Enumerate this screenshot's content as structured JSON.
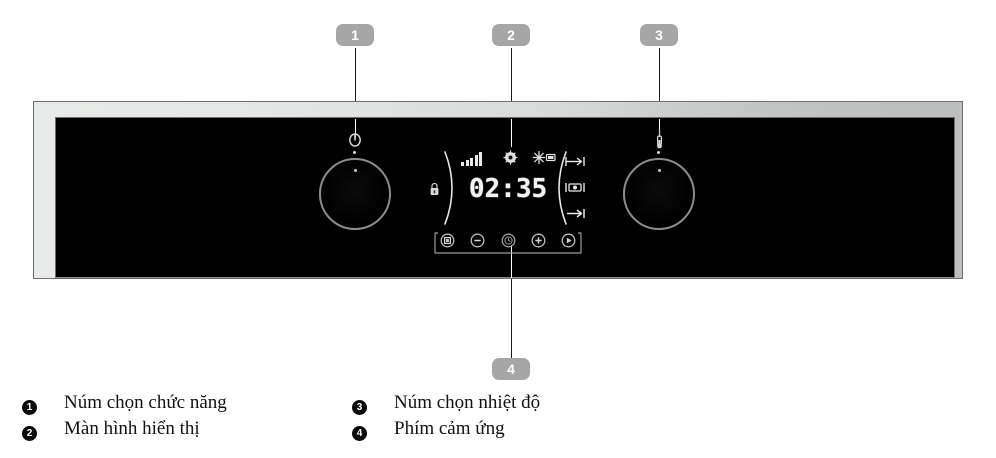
{
  "figure": {
    "title": "Oven control panel diagram",
    "callouts": [
      {
        "number": "1",
        "target": "function-selector-knob"
      },
      {
        "number": "2",
        "target": "display-screen"
      },
      {
        "number": "3",
        "target": "temperature-selector-knob"
      },
      {
        "number": "4",
        "target": "touch-key-bar"
      }
    ]
  },
  "control_panel": {
    "left_knob": {
      "name": "function-selector-knob",
      "symbol": "power-icon"
    },
    "right_knob": {
      "name": "temperature-selector-knob",
      "symbol": "thermometer-icon"
    },
    "display": {
      "time_value": "02:35",
      "lock_indicator": "padlock-icon",
      "signal_bars": 5,
      "status_icons": [
        "fan-heat-icon",
        "defrost-snowflake-icon"
      ],
      "right_indicators": [
        "cook-duration-icon",
        "cook-end-time-icon",
        "cook-start-icon"
      ]
    },
    "touch_keys": [
      "stop-key",
      "minus-key",
      "clock-key",
      "plus-key",
      "start-key"
    ]
  },
  "legend": {
    "items": [
      {
        "number": "1",
        "label": "Núm chọn chức năng"
      },
      {
        "number": "2",
        "label": "Màn hình hiển thị"
      },
      {
        "number": "3",
        "label": "Núm chọn nhiệt độ"
      },
      {
        "number": "4",
        "label": "Phím cảm ứng"
      }
    ]
  },
  "colors": {
    "badge_gray": "#a6a6a6",
    "panel_black": "#000000",
    "bezel_light": "#e8eae9",
    "bezel_dark": "#bcbebd",
    "display_text": "#f2f2f2"
  }
}
